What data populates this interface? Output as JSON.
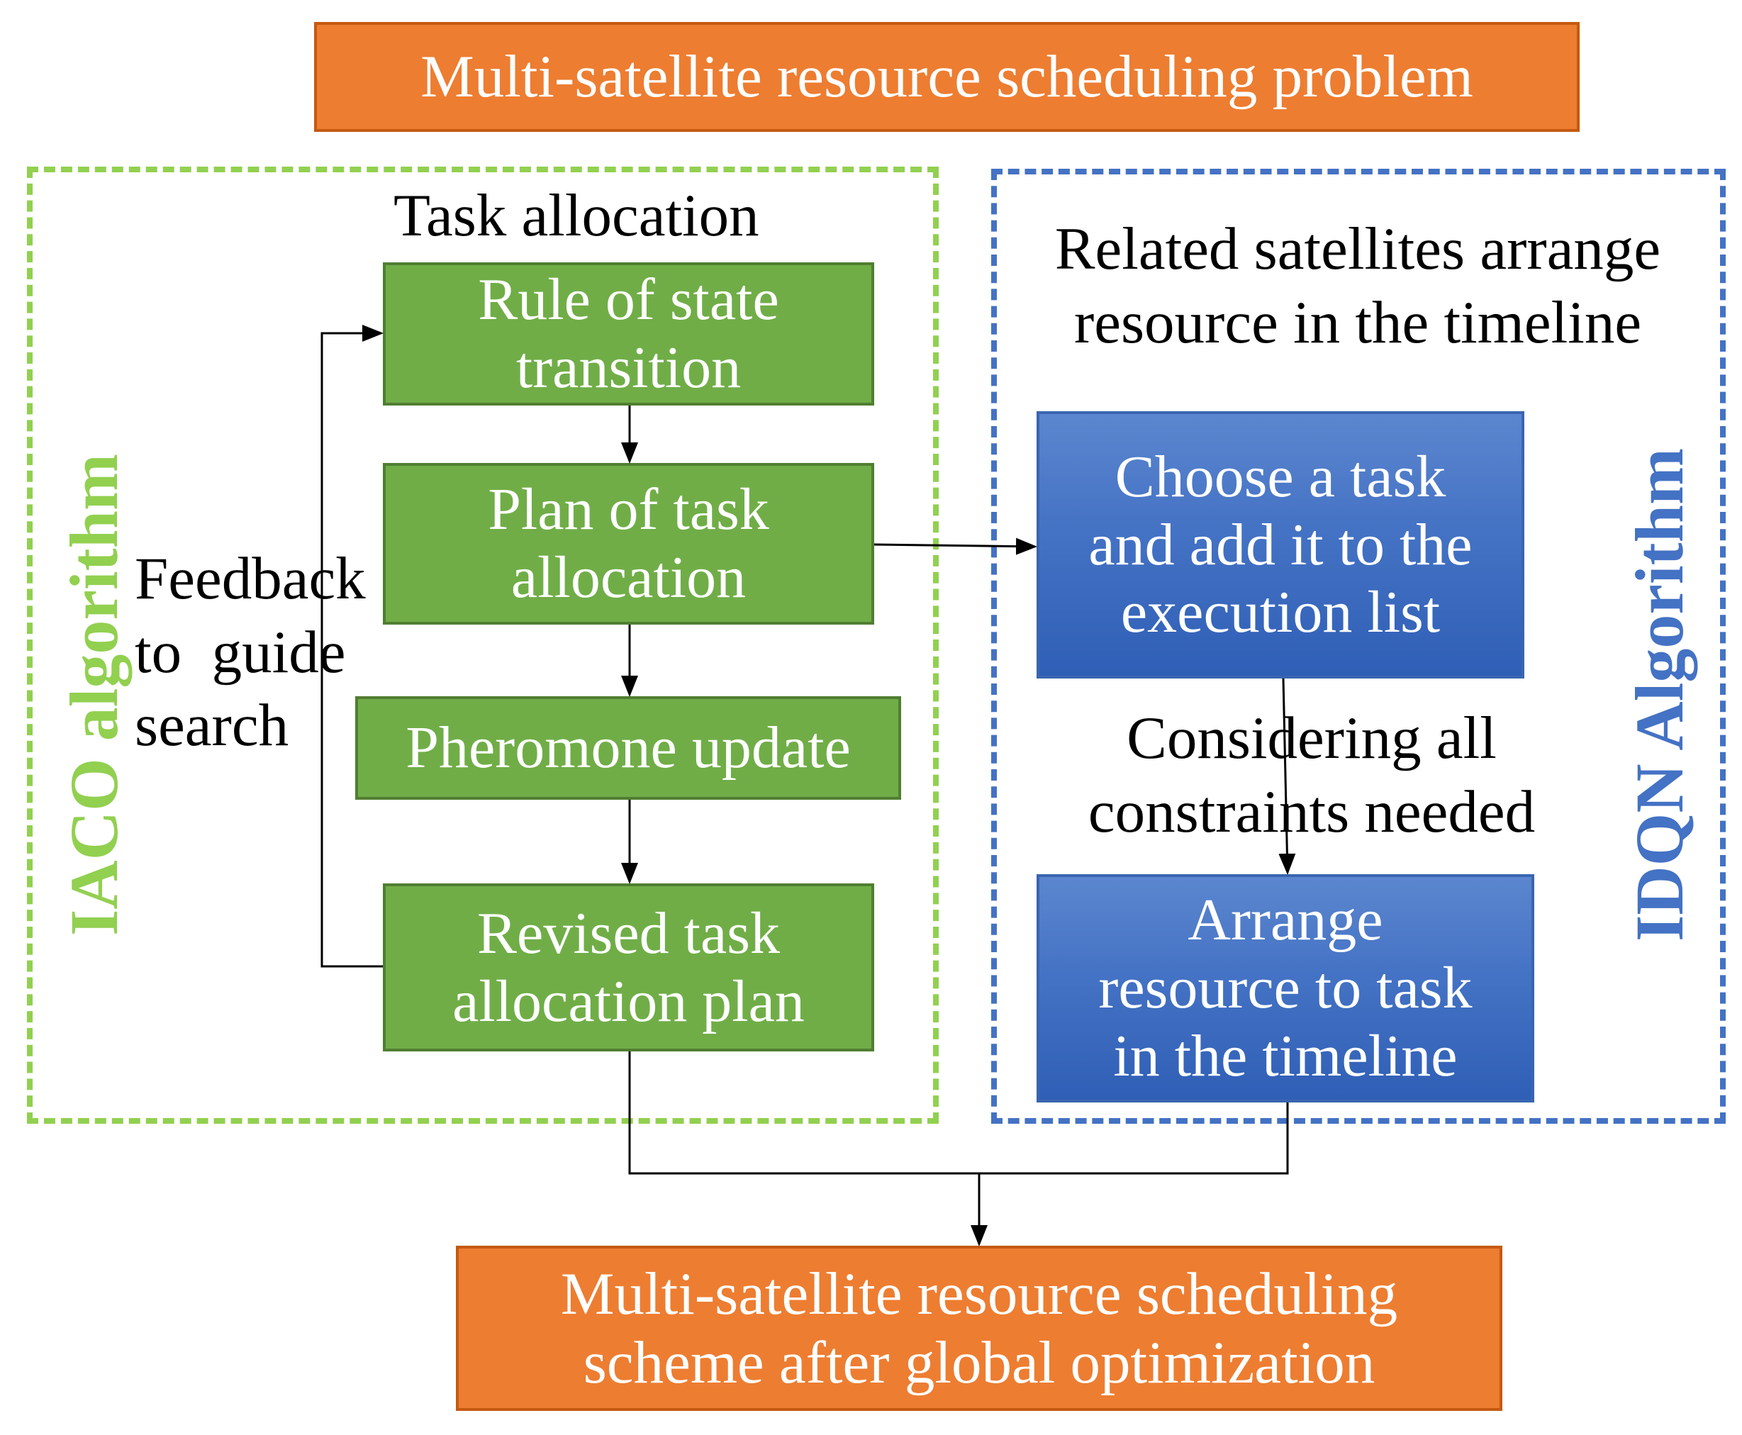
{
  "top_box": "Multi-satellite resource scheduling problem",
  "bottom_box": {
    "line1": "Multi-satellite resource scheduling",
    "line2": "scheme after global optimization"
  },
  "left_panel": {
    "side_label": "IACO algorithm",
    "header": "Task allocation",
    "feedback": {
      "line1": "Feedback",
      "line2": "to  guide",
      "line3": "search"
    },
    "steps": {
      "rule": {
        "line1": "Rule of state",
        "line2": "transition"
      },
      "plan": {
        "line1": "Plan of task",
        "line2": "allocation"
      },
      "pheromone": "Pheromone update",
      "revised": {
        "line1": "Revised task",
        "line2": "allocation plan"
      }
    }
  },
  "right_panel": {
    "side_label": "IDQN Algorithm",
    "header": {
      "line1": "Related satellites arrange",
      "line2": "resource in the timeline"
    },
    "choose": {
      "line1": "Choose a task",
      "line2": "and add it to the",
      "line3": "execution list"
    },
    "constraints": {
      "line1": "Considering all",
      "line2": "constraints needed"
    },
    "arrange": {
      "line1": "Arrange",
      "line2": "resource to task",
      "line3": "in the timeline"
    }
  },
  "colors": {
    "orange": "#ED7D31",
    "green": "#70AD47",
    "blue": "#4472C4",
    "green_dash": "#92D050",
    "blue_dash": "#4472C4"
  }
}
